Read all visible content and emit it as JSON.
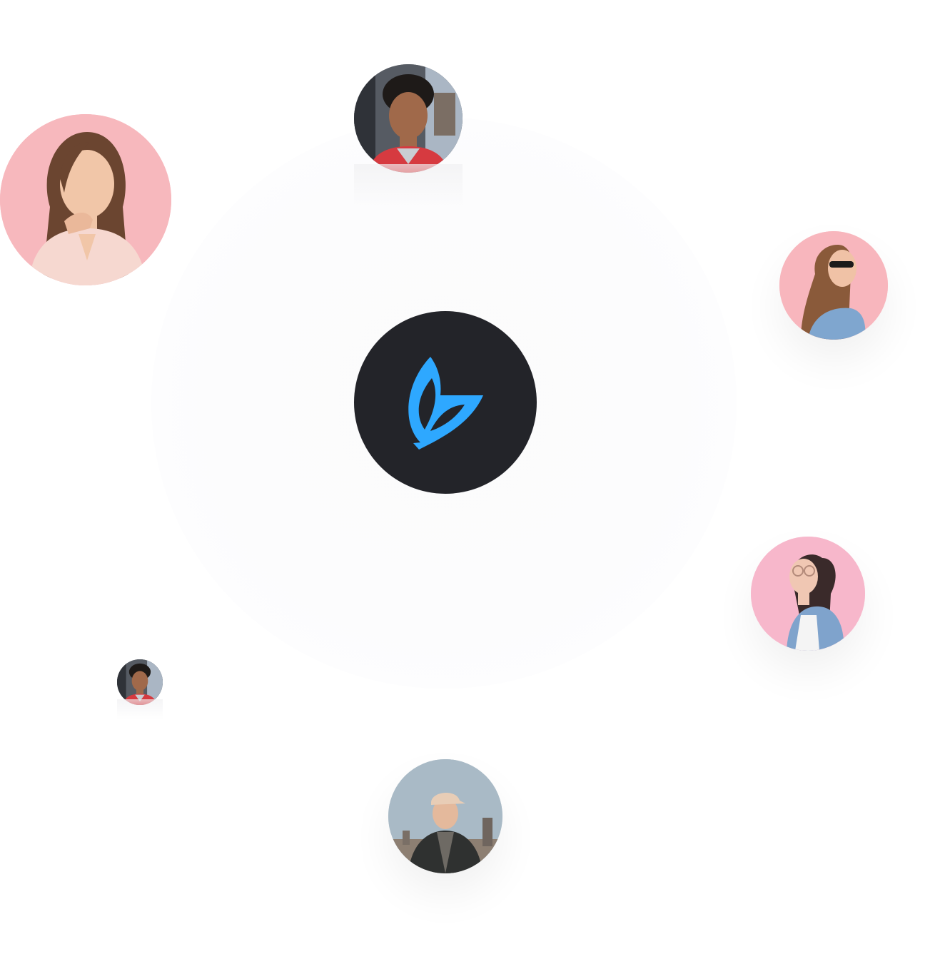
{
  "brand": {
    "accent": "#2ea8ff",
    "hub_background": "#232429",
    "logo_icon": "leaf-logo-icon"
  },
  "avatars": [
    {
      "name": "avatar-woman-pink-background",
      "background": "#f7b8bd"
    },
    {
      "name": "avatar-man-curly-hair",
      "background": "#4a4f58"
    },
    {
      "name": "avatar-woman-sunglasses",
      "background": "#f8b6bd"
    },
    {
      "name": "avatar-woman-glasses",
      "background": "#f7b7cb"
    },
    {
      "name": "avatar-man-curly-hair-small",
      "background": "#4a4f58"
    },
    {
      "name": "avatar-man-cap",
      "background": "#a6b7c3"
    }
  ]
}
